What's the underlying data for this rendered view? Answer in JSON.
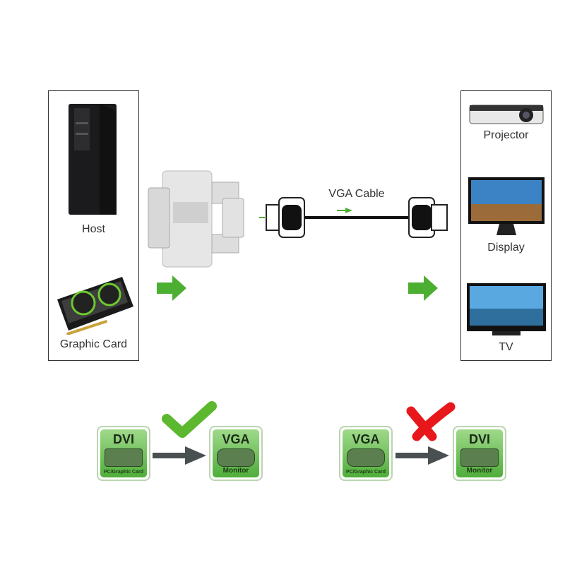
{
  "source_devices": {
    "host_label": "Host",
    "graphic_card_label": "Graphic Card"
  },
  "cable": {
    "label": "VGA Cable"
  },
  "target_devices": {
    "projector_label": "Projector",
    "display_label": "Display",
    "tv_label": "TV"
  },
  "compatibility": [
    {
      "from": {
        "title": "DVI",
        "subtitle": "PC/Graphic Card"
      },
      "to": {
        "title": "VGA",
        "subtitle": "Monitor"
      },
      "status": "supported",
      "status_icon": "checkmark-icon"
    },
    {
      "from": {
        "title": "VGA",
        "subtitle": "PC/Graphic Card"
      },
      "to": {
        "title": "DVI",
        "subtitle": "Monitor"
      },
      "status": "not-supported",
      "status_icon": "cross-icon"
    }
  ],
  "colors": {
    "accent_green": "#4caf32",
    "check_green": "#5cb82e",
    "cross_red": "#e8171b",
    "arrow_gray": "#4a4f52"
  }
}
